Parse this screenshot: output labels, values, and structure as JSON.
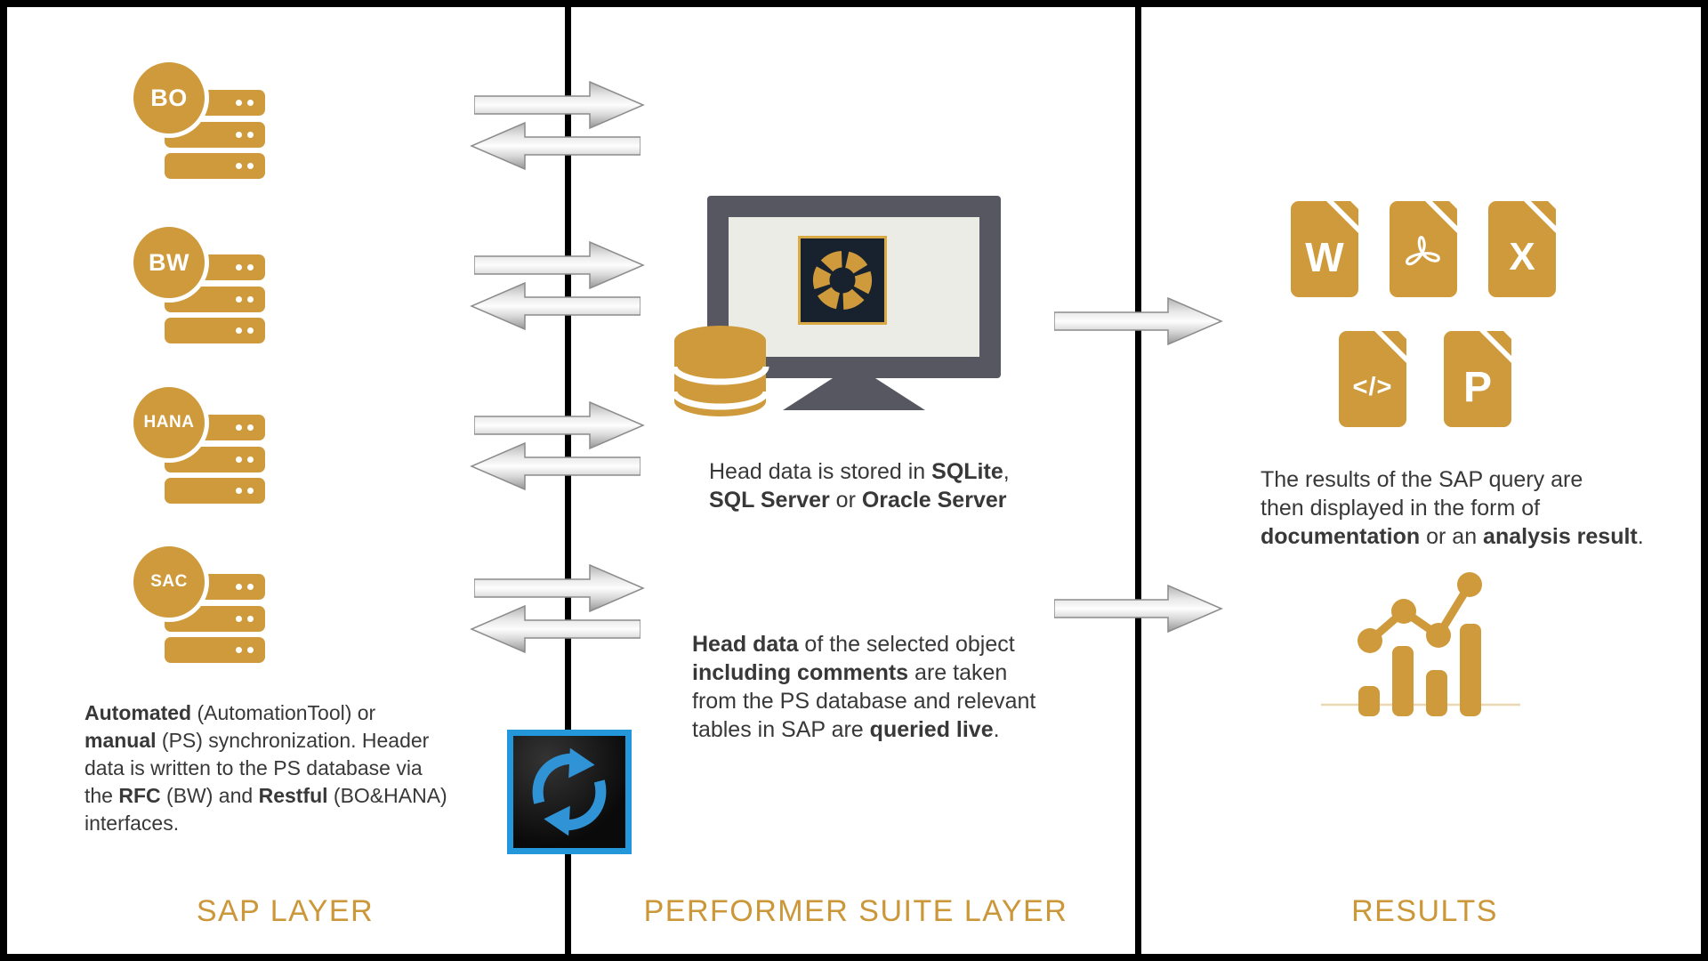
{
  "colors": {
    "gold": "#CE9A3C",
    "label_gold": "#CB9738",
    "monitor_gray": "#575761",
    "screen_gray": "#ECECE7",
    "sync_blue": "#2497DB",
    "text": "#383838",
    "divider": "#000000"
  },
  "icons": {
    "server": "server-stack-icon",
    "monitor": "monitor-icon",
    "database": "database-cylinder-icon",
    "logo": "performer-suite-aperture-logo",
    "sync": "sync-cycle-arrows-icon",
    "arrow": "gradient-arrow-icon",
    "word": "word-file-icon",
    "pdf": "acrobat-pdf-file-icon",
    "excel": "excel-file-icon",
    "code": "code-file-icon",
    "powerpoint": "powerpoint-file-icon",
    "chart": "bar-line-chart-icon"
  },
  "layers": {
    "sap": {
      "label": "SAP LAYER",
      "servers": [
        {
          "label": "BO"
        },
        {
          "label": "BW"
        },
        {
          "label": "HANA"
        },
        {
          "label": "SAC"
        }
      ],
      "description": [
        {
          "t": "Automated",
          "b": true
        },
        {
          "t": " (AutomationTool) or\n"
        },
        {
          "t": "manual",
          "b": true
        },
        {
          "t": " (PS) synchronization. Header\ndata is written to the PS database via\nthe "
        },
        {
          "t": "RFC",
          "b": true
        },
        {
          "t": " (BW) and "
        },
        {
          "t": "Restful",
          "b": true
        },
        {
          "t": " (BO&HANA)\ninterfaces."
        }
      ]
    },
    "performer": {
      "label": "PERFORMER SUITE LAYER",
      "storage_note": [
        {
          "t": "Head data is stored in "
        },
        {
          "t": "SQLite",
          "b": true
        },
        {
          "t": ",\n"
        },
        {
          "t": "SQL Server",
          "b": true
        },
        {
          "t": " or "
        },
        {
          "t": "Oracle Server",
          "b": true
        }
      ],
      "query_note": [
        {
          "t": "Head data",
          "b": true
        },
        {
          "t": " of the selected object\n"
        },
        {
          "t": "including comments",
          "b": true
        },
        {
          "t": " are taken\nfrom the PS database and relevant\ntables in SAP are "
        },
        {
          "t": "queried live",
          "b": true
        },
        {
          "t": "."
        }
      ]
    },
    "results": {
      "label": "RESULTS",
      "files": [
        {
          "type": "word",
          "letter": "W"
        },
        {
          "type": "pdf",
          "letter": ""
        },
        {
          "type": "excel",
          "letter": "X"
        },
        {
          "type": "code",
          "letter": "</>"
        },
        {
          "type": "powerpoint",
          "letter": "P"
        }
      ],
      "description": [
        {
          "t": "The results of the SAP query are\nthen displayed in the form of\n"
        },
        {
          "t": "documentation",
          "b": true
        },
        {
          "t": " or an "
        },
        {
          "t": "analysis result",
          "b": true
        },
        {
          "t": "."
        }
      ]
    }
  }
}
